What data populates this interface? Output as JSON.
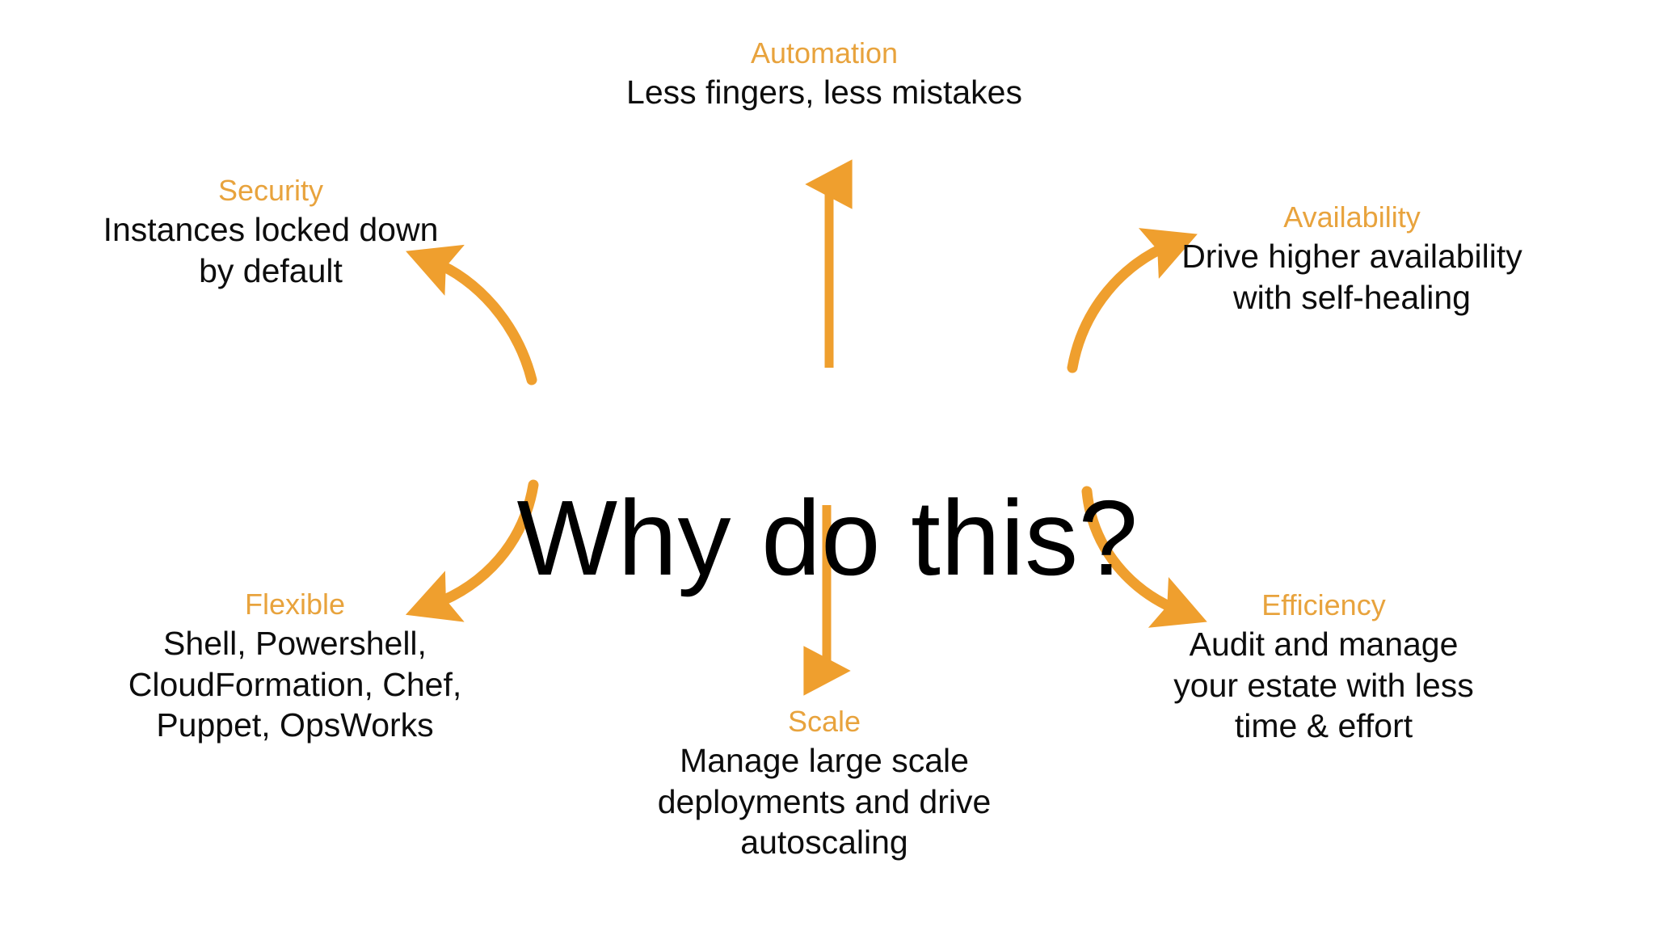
{
  "slide": {
    "center_title": "Why do this?",
    "background_color": "#ffffff",
    "accent_color": "#E8A33D",
    "arrow_color": "#EF9F2E",
    "body_text_color": "#0d0d0d"
  },
  "nodes": [
    {
      "key": "automation",
      "title": "Automation",
      "body": "Less fingers, less mistakes",
      "arrow": "up-arrow"
    },
    {
      "key": "security",
      "title": "Security",
      "body": "Instances locked down by default",
      "arrow": "curved-arrow-upper-left"
    },
    {
      "key": "availability",
      "title": "Availability",
      "body": "Drive higher availability with self-healing",
      "arrow": "curved-arrow-upper-right"
    },
    {
      "key": "flexible",
      "title": "Flexible",
      "body": "Shell, Powershell, CloudFormation, Chef, Puppet, OpsWorks",
      "arrow": "curved-arrow-lower-left"
    },
    {
      "key": "efficiency",
      "title": "Efficiency",
      "body": "Audit and manage your estate with less time & effort",
      "arrow": "curved-arrow-lower-right"
    },
    {
      "key": "scale",
      "title": "Scale",
      "body": "Manage large scale deployments and drive autoscaling",
      "arrow": "down-arrow"
    }
  ]
}
